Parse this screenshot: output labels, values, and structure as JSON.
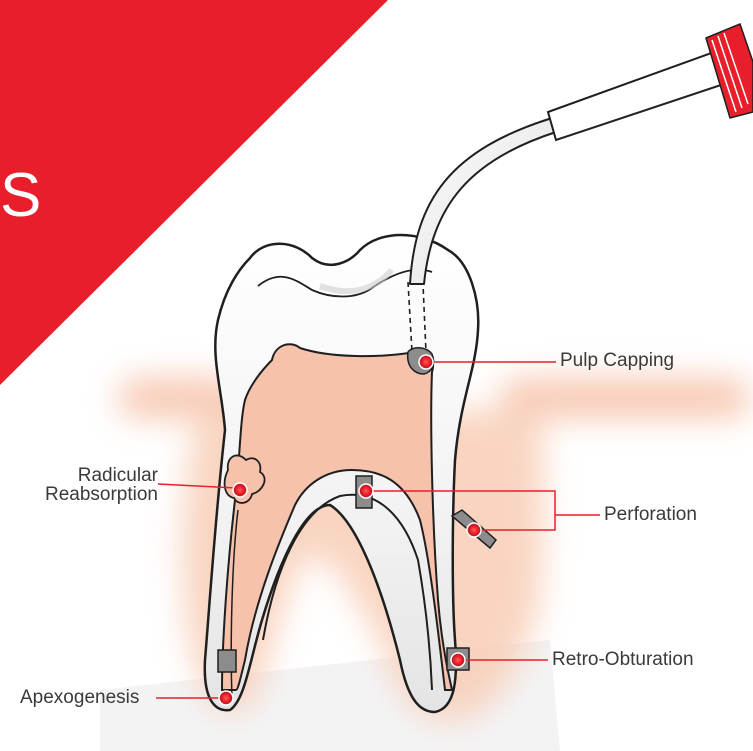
{
  "colors": {
    "brand_red": "#e81f2b",
    "pulp": "#f6c2ac",
    "gum_glow": "#f8cdb6",
    "material_gray": "#8c8c8c",
    "outline": "#1f1f1f",
    "label_text": "#3a3a3a"
  },
  "banner": {
    "letter": "S"
  },
  "labels": {
    "pulp_capping": "Pulp Capping",
    "radicular_line1": "Radicular",
    "radicular_line2": "Reabsorption",
    "perforation": "Perforation",
    "retro_obturation": "Retro-Obturation",
    "apexogenesis": "Apexogenesis"
  },
  "icons": {
    "instrument": "ultrasonic-applicator-icon",
    "marker": "red-dot-marker-icon"
  }
}
